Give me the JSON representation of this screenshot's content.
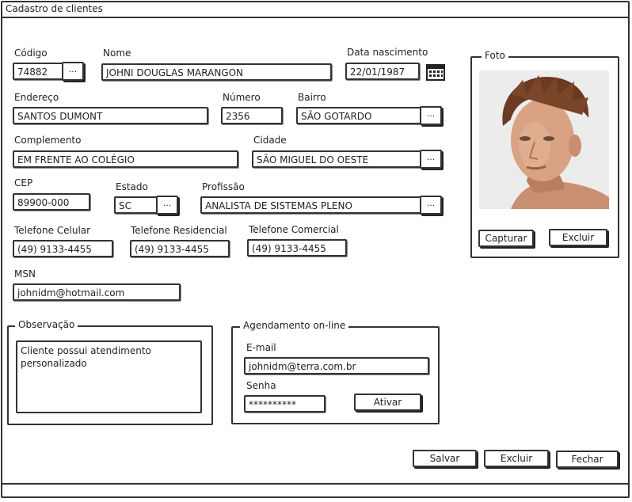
{
  "window": {
    "title": "Cadastro de clientes"
  },
  "form": {
    "codigo": {
      "label": "Código",
      "value": "74882",
      "lookup": "..."
    },
    "nome": {
      "label": "Nome",
      "value": "JOHNI DOUGLAS MARANGON"
    },
    "data_nascimento": {
      "label": "Data nascimento",
      "value": "22/01/1987",
      "icon": "calendar-icon"
    },
    "endereco": {
      "label": "Endereço",
      "value": "SANTOS DUMONT"
    },
    "numero": {
      "label": "Número",
      "value": "2356"
    },
    "bairro": {
      "label": "Bairro",
      "value": "SÃO GOTARDO",
      "lookup": "..."
    },
    "complemento": {
      "label": "Complemento",
      "value": "EM FRENTE AO COLÉGIO"
    },
    "cidade": {
      "label": "Cidade",
      "value": "SÃO MIGUEL DO OESTE",
      "lookup": "..."
    },
    "cep": {
      "label": "CEP",
      "value": "89900-000"
    },
    "estado": {
      "label": "Estado",
      "value": "SC",
      "lookup": "..."
    },
    "profissao": {
      "label": "Profissão",
      "value": "ANALISTA DE SISTEMAS PLENO",
      "lookup": "..."
    },
    "telefone_celular": {
      "label": "Telefone Celular",
      "value": "(49) 9133-4455"
    },
    "telefone_residencial": {
      "label": "Telefone Residencial",
      "value": "(49) 9133-4455"
    },
    "telefone_comercial": {
      "label": "Telefone Comercial",
      "value": "(49) 9133-4455"
    },
    "msn": {
      "label": "MSN",
      "value": "johnidm@hotmail.com"
    }
  },
  "observacao": {
    "legend": "Observação",
    "text": "Cliente possui atendimento\npersonalizado"
  },
  "agendamento": {
    "legend": "Agendamento on-line",
    "email_label": "E-mail",
    "email_value": "johnidm@terra.com.br",
    "senha_label": "Senha",
    "senha_value": "**********",
    "ativar_label": "Ativar"
  },
  "foto": {
    "legend": "Foto",
    "capturar_label": "Capturar",
    "excluir_label": "Excluir"
  },
  "actions": {
    "salvar_label": "Salvar",
    "excluir_label": "Excluir",
    "fechar_label": "Fechar"
  }
}
